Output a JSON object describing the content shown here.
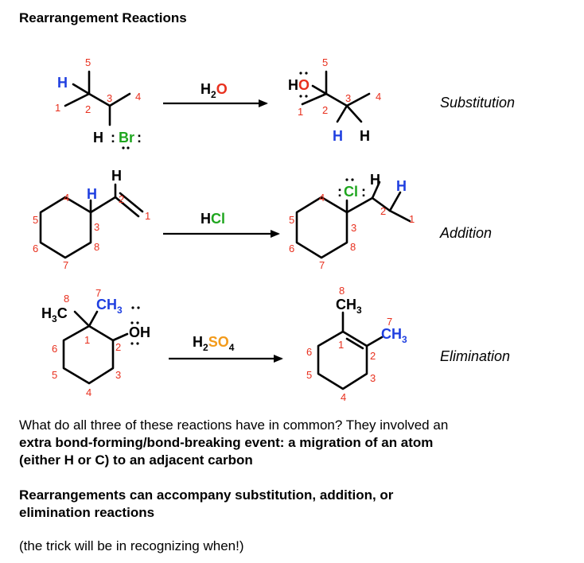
{
  "title": "Rearrangement Reactions",
  "reactions": [
    {
      "label": "Substitution",
      "reagent": {
        "parts": [
          "H",
          "2",
          "O"
        ]
      },
      "reactant": {
        "H": "H",
        "H2": "H",
        "Br": "Br",
        "lone": ":"
      },
      "product": {
        "O": "O",
        "H_O": "H",
        "H_a": "H",
        "H_b": "H"
      },
      "numbers": [
        "1",
        "2",
        "3",
        "4",
        "5"
      ]
    },
    {
      "label": "Addition",
      "reagent": {
        "parts": [
          "H",
          "Cl"
        ]
      },
      "reactant": {
        "H_top": "H",
        "H_ring": "H"
      },
      "product": {
        "Cl": "Cl",
        "H_a": "H",
        "H_b": "H",
        "lone": ":"
      },
      "numbers": [
        "1",
        "2",
        "3",
        "4",
        "5",
        "6",
        "7",
        "8"
      ]
    },
    {
      "label": "Elimination",
      "reagent": {
        "parts": [
          "H",
          "2",
          "SO",
          "4"
        ]
      },
      "reactant": {
        "H3C_H": "H",
        "H3C_3": "3",
        "H3C_C": "C",
        "CH3_C": "CH",
        "CH3_3": "3",
        "O": "O",
        "H": "H"
      },
      "product": {
        "CH3_top": "CH",
        "CH3_top_3": "3",
        "CH3_side": "CH",
        "CH3_side_3": "3"
      },
      "numbers": [
        "1",
        "2",
        "3",
        "4",
        "5",
        "6",
        "7",
        "8"
      ]
    }
  ],
  "text": {
    "common_question": "What do all three of these reactions have in common? They involved an",
    "common_bold_1": "extra bond-forming/bond-breaking event: a migration of an atom",
    "common_bold_2": "(either H or C) to an adjacent carbon",
    "rearr_1": "Rearrangements can accompany substitution, addition, or",
    "rearr_2": "elimination reactions",
    "trick": "(the trick will be in recognizing when!)"
  },
  "colors": {
    "hydrogen_migrating": "#1f3fe0",
    "oxygen": "#e8301e",
    "bromine": "#1fa61f",
    "chlorine": "#1fa61f",
    "sulfur": "#f29a1a",
    "numbers": "#e8301e",
    "methyl_migrating": "#1f3fe0"
  }
}
